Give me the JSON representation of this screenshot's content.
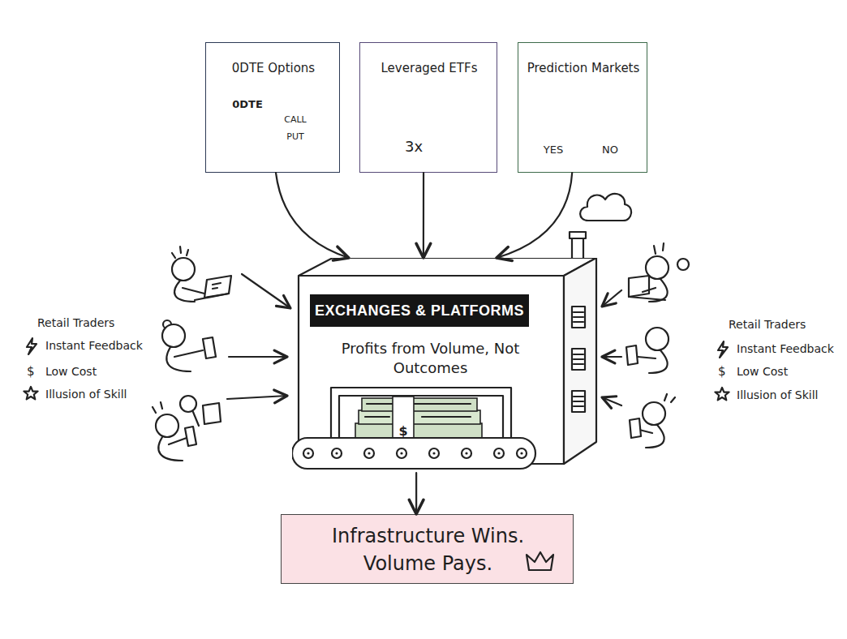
{
  "diagram": {
    "nodes": [
      {
        "text": [
          "0DTE Options"
        ]
      },
      {
        "text": [
          "Leveraged ETFs"
        ]
      },
      {
        "text": [
          "Prediction Markets"
        ]
      },
      {
        "text": [
          "EXCHANGES & PLATFORMS",
          "Profits from Volume, Not Outcomes"
        ]
      },
      {
        "text": [
          "Infrastructure Wins. Volume Pays."
        ]
      }
    ],
    "edges": [
      {
        "from": 0,
        "to": 3,
        "arrow": "to"
      },
      {
        "from": 1,
        "to": 3,
        "arrow": "to"
      },
      {
        "from": 2,
        "to": 3,
        "arrow": "to"
      },
      {
        "from": 3,
        "to": 4,
        "arrow": "to"
      }
    ],
    "labels": [
      "0DTE",
      "CALL",
      "PUT",
      "3x",
      "YES",
      "NO",
      "$",
      "Retail Traders",
      "Instant Feedback",
      "$",
      "Low Cost",
      "Illusion of Skill",
      "Retail Traders",
      "Instant Feedback",
      "$",
      "Low Cost",
      "Illusion of Skill"
    ]
  }
}
